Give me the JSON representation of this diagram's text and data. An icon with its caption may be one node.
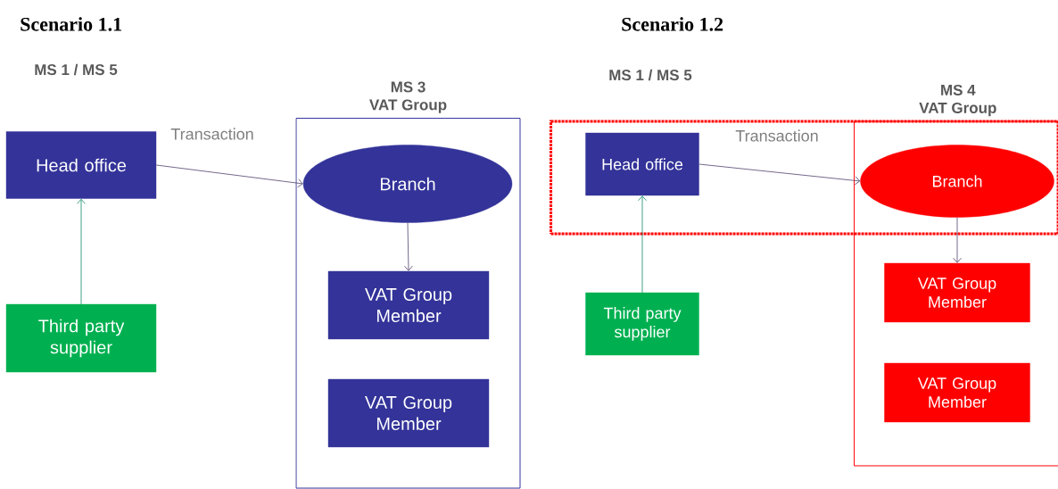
{
  "diagram": {
    "nodes": [
      {
        "text": [
          "Head office"
        ]
      },
      {
        "text": [
          "MS 3 VAT Group"
        ]
      },
      {
        "text": [
          "Branch"
        ],
        "in": 1
      },
      {
        "text": [
          "VAT Group Member"
        ],
        "in": 1
      },
      {
        "text": [
          "VAT Group Member"
        ],
        "in": 1
      },
      {
        "text": [
          "Third party supplier"
        ]
      },
      {
        "text": [],
        "shape": "box"
      },
      {
        "text": [
          "Head office"
        ],
        "in": 6
      },
      {
        "text": [
          "MS 4 VAT Group"
        ]
      },
      {
        "text": [
          "Branch"
        ]
      },
      {
        "text": [
          "VAT Group Member"
        ],
        "in": 8
      },
      {
        "text": [
          "VAT Group Member"
        ],
        "in": 8
      },
      {
        "text": [
          "Third party supplier"
        ]
      }
    ],
    "edges": [
      {
        "from": 0,
        "to": 2,
        "arrow": "to",
        "label": "Transaction"
      },
      {
        "from": 5,
        "to": 0,
        "arrow": "to",
        "color": "#00b050"
      },
      {
        "from": 2,
        "to": 3,
        "arrow": "to"
      },
      {
        "from": 7,
        "to": 9,
        "arrow": "to",
        "label": "Transaction"
      },
      {
        "from": 12,
        "to": 7,
        "arrow": "to",
        "color": "#00b050"
      },
      {
        "from": 9,
        "to": 10,
        "arrow": "to"
      }
    ],
    "labels": [
      "Scenario 1.1",
      "MS 1 / MS 5",
      "Scenario 1.2",
      "MS 1 / MS 5"
    ]
  }
}
